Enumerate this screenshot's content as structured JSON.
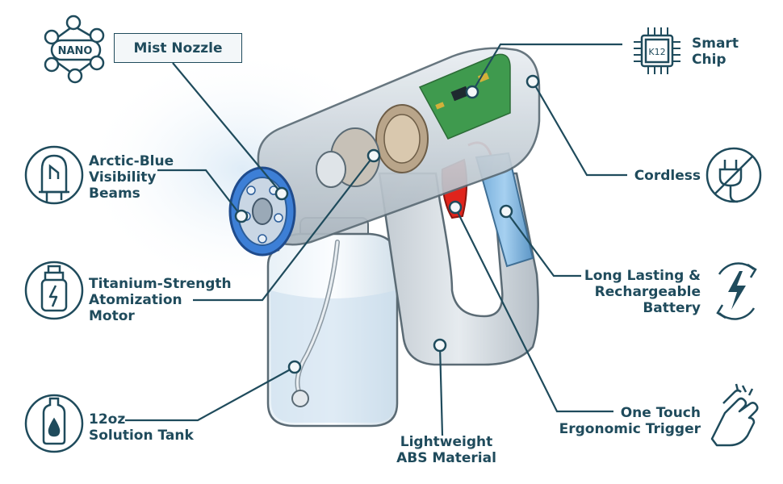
{
  "colors": {
    "ink": "#1f4b5c",
    "blue_ring": "#3d7fd6",
    "trigger": "#e0241c",
    "battery": "#8ec3ea",
    "pcb": "#3f9a4e"
  },
  "icons": {
    "nano": "nano-molecule-icon",
    "led": "led-bulb-icon",
    "motor": "motor-canister-icon",
    "tank": "bottle-drop-icon",
    "chip": "microchip-icon",
    "cordless": "no-plug-icon",
    "battery": "charging-bolt-icon",
    "trigger": "hand-press-icon"
  },
  "nano_text": "NANO",
  "chip_text": "K12",
  "labels": {
    "mist_nozzle": "Mist Nozzle",
    "beams": [
      "Arctic-Blue",
      "Visibility",
      "Beams"
    ],
    "motor": [
      "Titanium-Strength",
      "Atomization",
      "Motor"
    ],
    "tank": [
      "12oz",
      "Solution Tank"
    ],
    "abs": [
      "Lightweight",
      "ABS Material"
    ],
    "chip": [
      "Smart",
      "Chip"
    ],
    "cordless": "Cordless",
    "battery": [
      "Long Lasting &",
      "Rechargeable",
      "Battery"
    ],
    "trigger": [
      "One Touch",
      "Ergonomic Trigger"
    ]
  }
}
